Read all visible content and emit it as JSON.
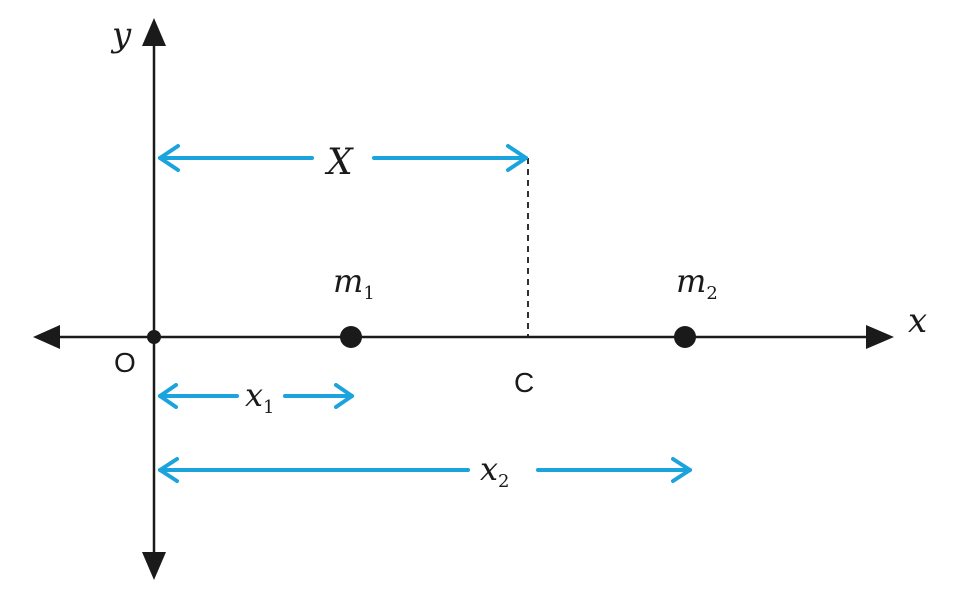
{
  "axes": {
    "x_label": "x",
    "y_label": "y",
    "origin_label": "O"
  },
  "points": {
    "m1_base": "m",
    "m1_sub": "1",
    "m2_base": "m",
    "m2_sub": "2",
    "center_label": "C"
  },
  "distances": {
    "X_label": "X",
    "x1_base": "x",
    "x1_sub": "1",
    "x2_base": "x",
    "x2_sub": "2"
  },
  "colors": {
    "axis": "#1a1a1a",
    "dimension_arrow": "#1aa3dc",
    "text": "#1a1a1a",
    "dashed_line": "#1a1a1a"
  }
}
